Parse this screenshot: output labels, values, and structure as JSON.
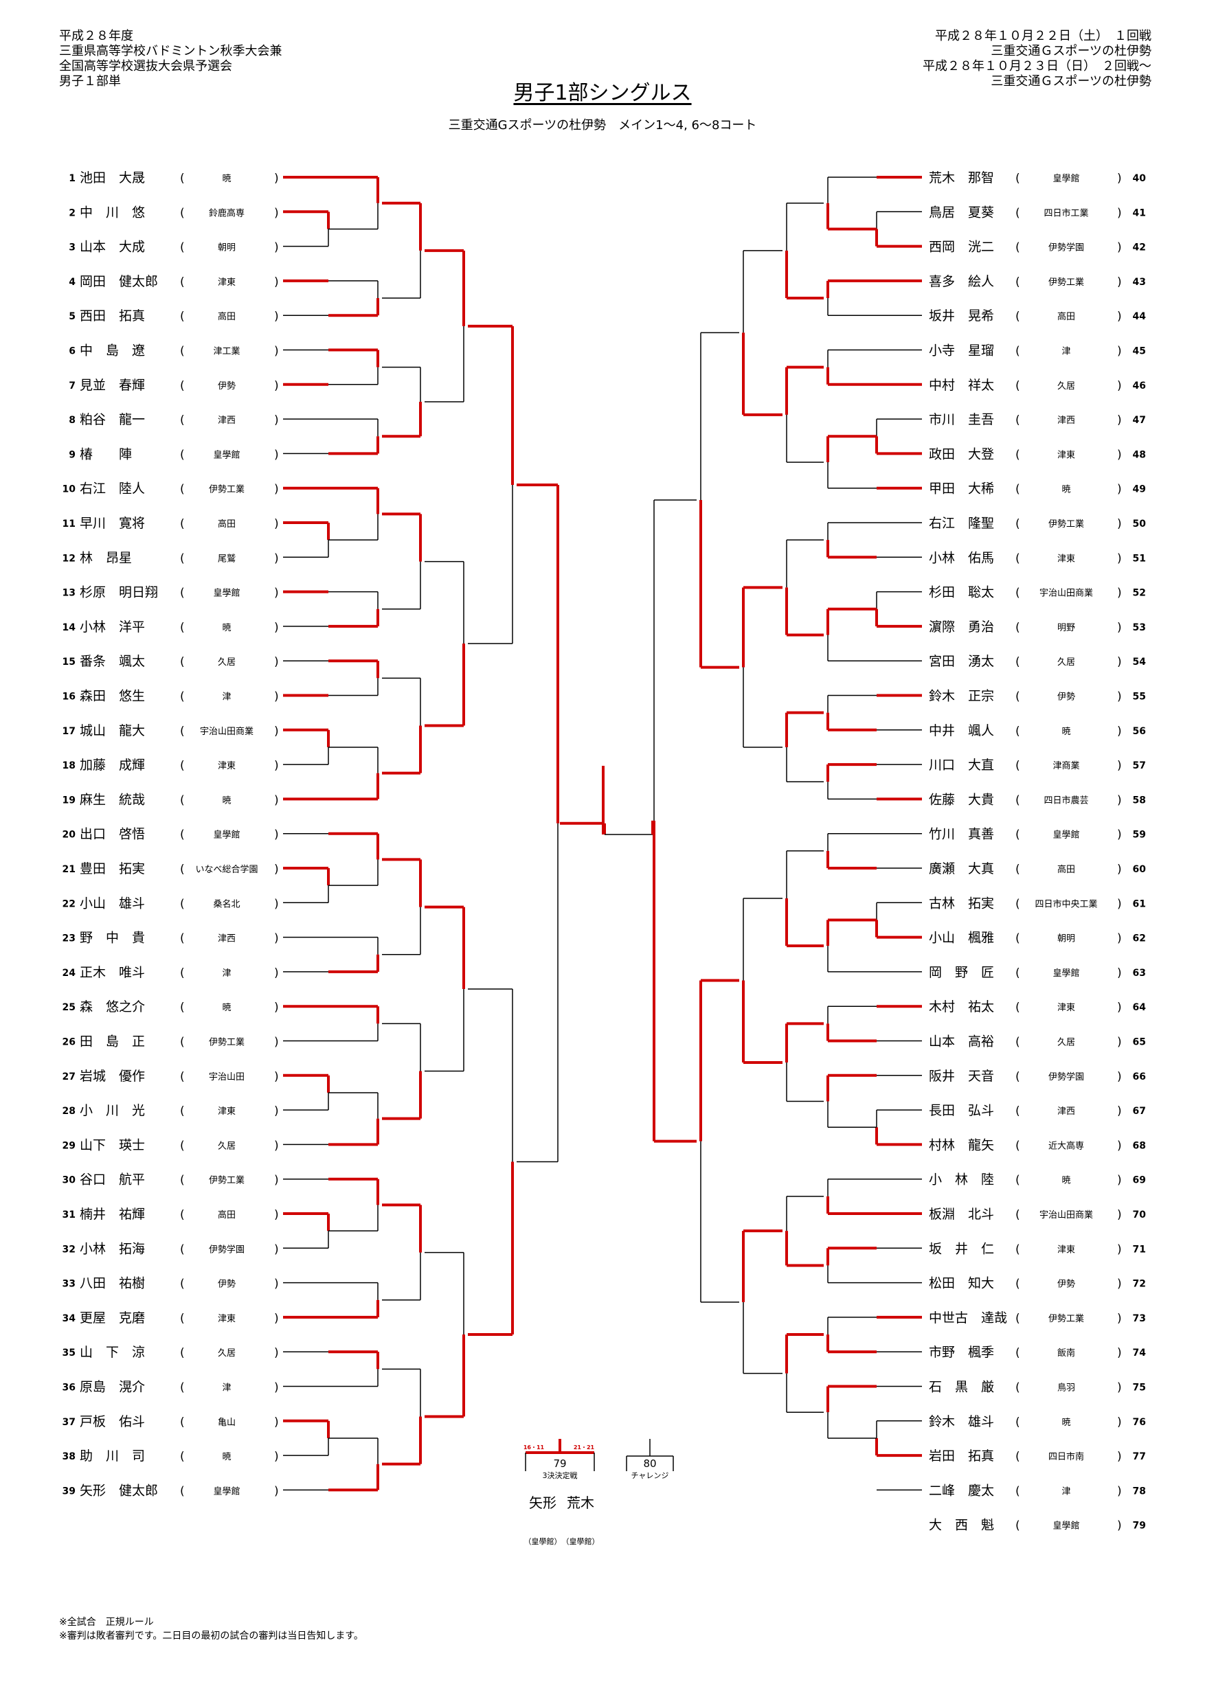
{
  "header": {
    "left_lines": [
      "平成２８年度",
      "三重県高等学校バドミントン秋季大会兼",
      "全国高等学校選抜大会県予選会",
      "男子１部単"
    ],
    "right_lines": [
      "平成２８年１０月２２日（土）　１回戦",
      "三重交通Ｇスポーツの杜伊勢",
      "平成２８年１０月２３日（日）　２回戦～",
      "三重交通Ｇスポーツの杜伊勢"
    ]
  },
  "title": "男子1部シングルス",
  "subtitle": "三重交通Gスポーツの杜伊勢　メイン1～4, 6～8コート",
  "players_left": [
    {
      "num": "1",
      "name": "池田　大晟",
      "team": "暁"
    },
    {
      "num": "2",
      "name": "中　川　悠",
      "team": "鈴鹿高専"
    },
    {
      "num": "3",
      "name": "山本　大成",
      "team": "朝明"
    },
    {
      "num": "4",
      "name": "岡田　健太郎",
      "team": "津東"
    },
    {
      "num": "5",
      "name": "西田　拓真",
      "team": "高田"
    },
    {
      "num": "6",
      "name": "中　島　遼",
      "team": "津工業"
    },
    {
      "num": "7",
      "name": "見並　春輝",
      "team": "伊勢"
    },
    {
      "num": "8",
      "name": "粕谷　龍一",
      "team": "津西"
    },
    {
      "num": "9",
      "name": "椿　　陣",
      "team": "皇學館"
    },
    {
      "num": "10",
      "name": "右江　陸人",
      "team": "伊勢工業"
    },
    {
      "num": "11",
      "name": "早川　寛将",
      "team": "高田"
    },
    {
      "num": "12",
      "name": "林　昂星",
      "team": "尾鷲"
    },
    {
      "num": "13",
      "name": "杉原　明日翔",
      "team": "皇學館"
    },
    {
      "num": "14",
      "name": "小林　洋平",
      "team": "暁"
    },
    {
      "num": "15",
      "name": "番条　颯太",
      "team": "久居"
    },
    {
      "num": "16",
      "name": "森田　悠生",
      "team": "津"
    },
    {
      "num": "17",
      "name": "城山　龍大",
      "team": "宇治山田商業"
    },
    {
      "num": "18",
      "name": "加藤　成輝",
      "team": "津東"
    },
    {
      "num": "19",
      "name": "麻生　統哉",
      "team": "暁"
    },
    {
      "num": "20",
      "name": "出口　啓悟",
      "team": "皇學館"
    },
    {
      "num": "21",
      "name": "豊田　拓実",
      "team": "いなべ総合学園"
    },
    {
      "num": "22",
      "name": "小山　雄斗",
      "team": "桑名北"
    },
    {
      "num": "23",
      "name": "野　中　貴",
      "team": "津西"
    },
    {
      "num": "24",
      "name": "正木　唯斗",
      "team": "津"
    },
    {
      "num": "25",
      "name": "森　悠之介",
      "team": "暁"
    },
    {
      "num": "26",
      "name": "田　島　正",
      "team": "伊勢工業"
    },
    {
      "num": "27",
      "name": "岩城　優作",
      "team": "宇治山田"
    },
    {
      "num": "28",
      "name": "小　川　光",
      "team": "津東"
    },
    {
      "num": "29",
      "name": "山下　瑛士",
      "team": "久居"
    },
    {
      "num": "30",
      "name": "谷口　航平",
      "team": "伊勢工業"
    },
    {
      "num": "31",
      "name": "楠井　祐輝",
      "team": "高田"
    },
    {
      "num": "32",
      "name": "小林　拓海",
      "team": "伊勢学園"
    },
    {
      "num": "33",
      "name": "八田　祐樹",
      "team": "伊勢"
    },
    {
      "num": "34",
      "name": "更屋　克磨",
      "team": "津東"
    },
    {
      "num": "35",
      "name": "山　下　涼",
      "team": "久居"
    },
    {
      "num": "36",
      "name": "原島　滉介",
      "team": "津"
    },
    {
      "num": "37",
      "name": "戸板　佑斗",
      "team": "亀山"
    },
    {
      "num": "38",
      "name": "助　川　司",
      "team": "暁"
    },
    {
      "num": "39",
      "name": "矢形　健太郎",
      "team": "皇學館"
    }
  ],
  "players_right": [
    {
      "num": "40",
      "name": "荒木　那智",
      "team": "皇學館"
    },
    {
      "num": "41",
      "name": "鳥居　夏葵",
      "team": "四日市工業"
    },
    {
      "num": "42",
      "name": "西岡　洸二",
      "team": "伊勢学園"
    },
    {
      "num": "43",
      "name": "喜多　絵人",
      "team": "伊勢工業"
    },
    {
      "num": "44",
      "name": "坂井　晃希",
      "team": "高田"
    },
    {
      "num": "45",
      "name": "小寺　星瑠",
      "team": "津"
    },
    {
      "num": "46",
      "name": "中村　祥太",
      "team": "久居"
    },
    {
      "num": "47",
      "name": "市川　圭吾",
      "team": "津西"
    },
    {
      "num": "48",
      "name": "政田　大登",
      "team": "津東"
    },
    {
      "num": "49",
      "name": "甲田　大稀",
      "team": "暁"
    },
    {
      "num": "50",
      "name": "右江　隆聖",
      "team": "伊勢工業"
    },
    {
      "num": "51",
      "name": "小林　佑馬",
      "team": "津東"
    },
    {
      "num": "52",
      "name": "杉田　聡太",
      "team": "宇治山田商業"
    },
    {
      "num": "53",
      "name": "濵際　勇治",
      "team": "明野"
    },
    {
      "num": "54",
      "name": "宮田　湧太",
      "team": "久居"
    },
    {
      "num": "55",
      "name": "鈴木　正宗",
      "team": "伊勢"
    },
    {
      "num": "56",
      "name": "中井　颯人",
      "team": "暁"
    },
    {
      "num": "57",
      "name": "川口　大直",
      "team": "津商業"
    },
    {
      "num": "58",
      "name": "佐藤　大貴",
      "team": "四日市農芸"
    },
    {
      "num": "59",
      "name": "竹川　真善",
      "team": "皇學館"
    },
    {
      "num": "60",
      "name": "廣瀬　大真",
      "team": "高田"
    },
    {
      "num": "61",
      "name": "古林　拓実",
      "team": "四日市中央工業"
    },
    {
      "num": "62",
      "name": "小山　楓雅",
      "team": "朝明"
    },
    {
      "num": "63",
      "name": "岡　野　匠",
      "team": "皇學館"
    },
    {
      "num": "64",
      "name": "木村　祐太",
      "team": "津東"
    },
    {
      "num": "65",
      "name": "山本　高裕",
      "team": "久居"
    },
    {
      "num": "66",
      "name": "阪井　天音",
      "team": "伊勢学園"
    },
    {
      "num": "67",
      "name": "長田　弘斗",
      "team": "津西"
    },
    {
      "num": "68",
      "name": "村林　龍矢",
      "team": "近大高専"
    },
    {
      "num": "69",
      "name": "小　林　陸",
      "team": "暁"
    },
    {
      "num": "70",
      "name": "板淵　北斗",
      "team": "宇治山田商業"
    },
    {
      "num": "71",
      "name": "坂　井　仁",
      "team": "津東"
    },
    {
      "num": "72",
      "name": "松田　知大",
      "team": "伊勢"
    },
    {
      "num": "73",
      "name": "中世古　達哉",
      "team": "伊勢工業"
    },
    {
      "num": "74",
      "name": "市野　楓季",
      "team": "飯南"
    },
    {
      "num": "75",
      "name": "石　黒　厳",
      "team": "鳥羽"
    },
    {
      "num": "76",
      "name": "鈴木　雄斗",
      "team": "暁"
    },
    {
      "num": "77",
      "name": "岩田　拓真",
      "team": "四日市南"
    },
    {
      "num": "78",
      "name": "二峰　慶太",
      "team": "津"
    },
    {
      "num": "79",
      "name": "大　西　魁",
      "team": "皇學館"
    }
  ],
  "final_section": {
    "third_place_label": "3決決定戦",
    "challenge_label": "チャレンジ",
    "third_place_num": "79",
    "challenge_num": "80",
    "score_left": "16・11",
    "score_right": "21・21",
    "name_left": "矢形",
    "name_right": "荒木",
    "team_left": "（皇學館）",
    "team_right": "（皇學館）"
  },
  "notes": [
    "※全試合　正規ルール",
    "※審判は敗者審判です。二日目の最初の試合の審判は当日告知します。"
  ]
}
